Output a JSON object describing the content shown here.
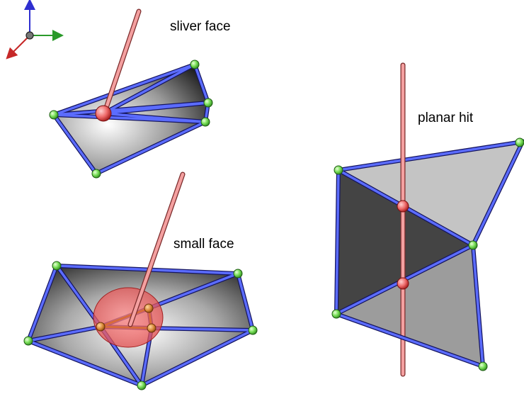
{
  "labels": {
    "sliver": "sliver face",
    "small": "small face",
    "planar": "planar hit"
  },
  "colors": {
    "edge_outer": "#1a1a6e",
    "edge_blue": "#5b6cff",
    "vertex": "#7be05a",
    "ray": "#f28a8a",
    "hit": "#e8404a",
    "axis_x": "#2a9a2a",
    "axis_y": "#2f2fd0",
    "axis_z": "#c62828"
  },
  "icons": {
    "axis_gizmo": "xyz-axis-triad-icon"
  }
}
